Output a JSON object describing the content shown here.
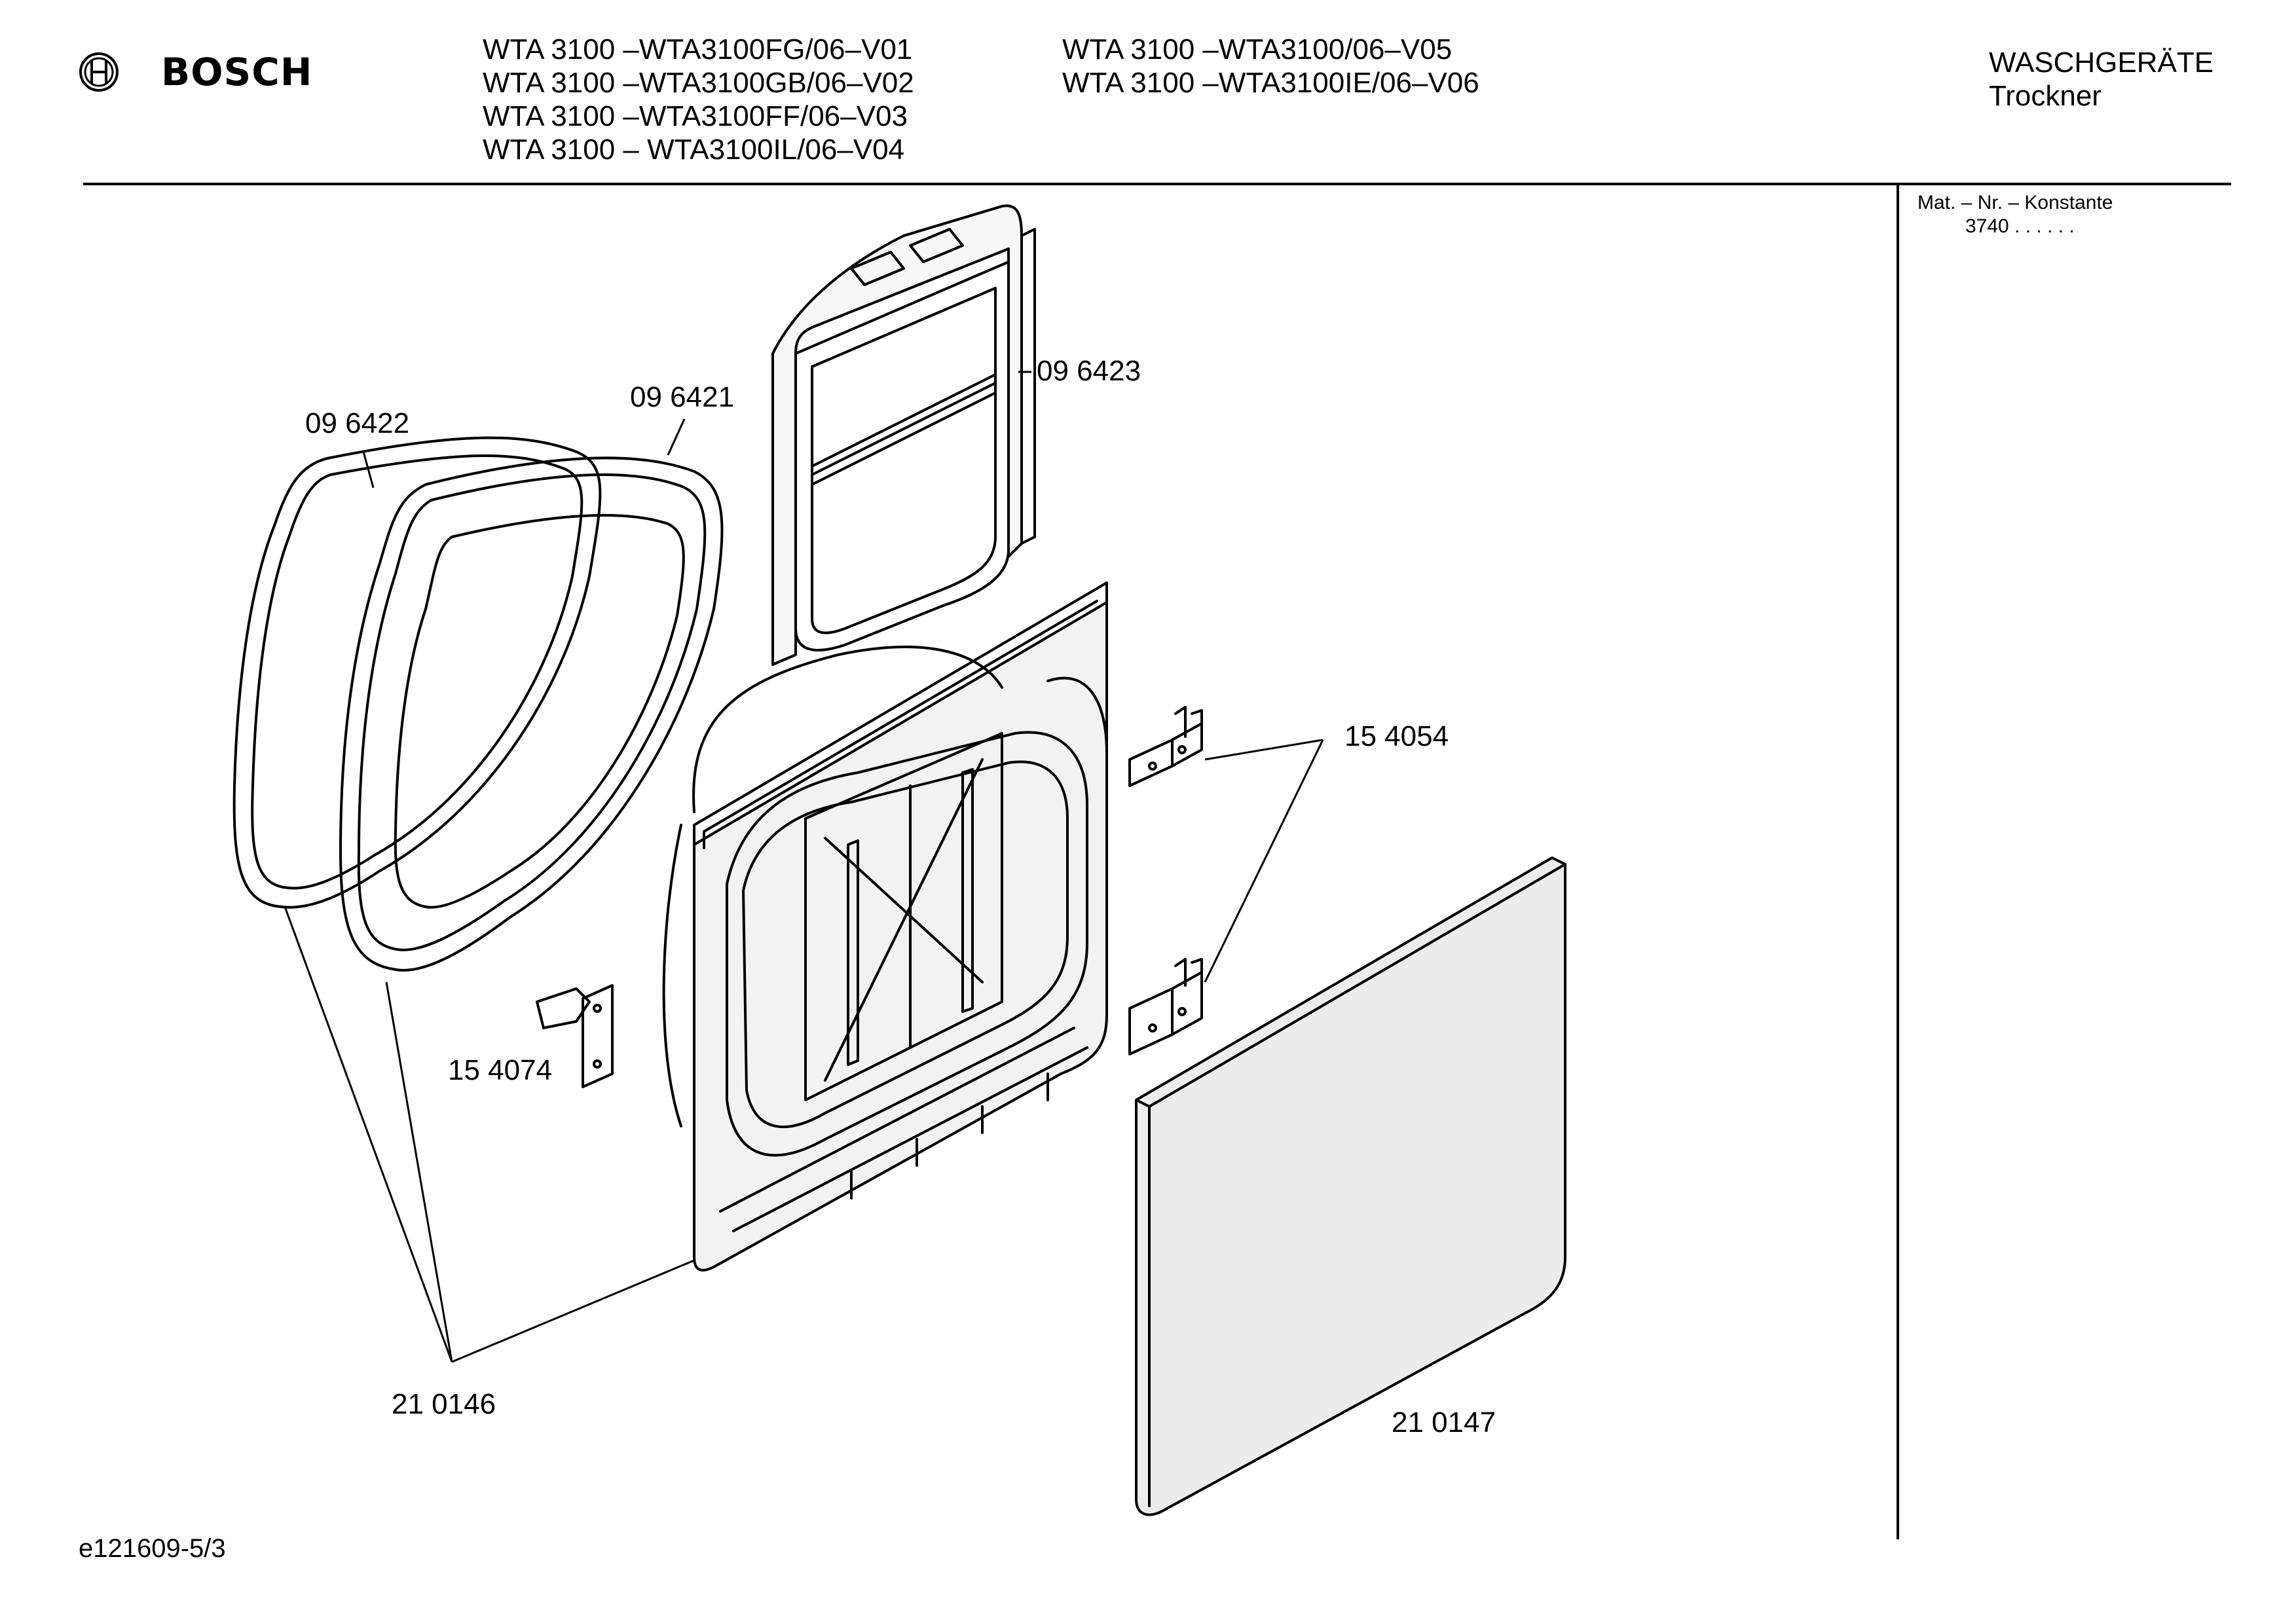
{
  "header": {
    "brand": "BOSCH",
    "models_left": [
      "WTA 3100 –WTA3100FG/06–V01",
      "WTA 3100 –WTA3100GB/06–V02",
      "WTA 3100 –WTA3100FF/06–V03",
      "WTA 3100 – WTA3100IL/06–V04"
    ],
    "models_right": [
      "WTA 3100 –WTA3100/06–V05",
      "WTA 3100 –WTA3100IE/06–V06"
    ],
    "category": "WASCHGERÄTE",
    "subcategory": "Trockner"
  },
  "side_panel": {
    "label": "Mat. – Nr. – Konstante",
    "value": "3740 .  .    .  .  .  ."
  },
  "parts": [
    {
      "number": "09 6422",
      "name": "door-seal-outer"
    },
    {
      "number": "09 6421",
      "name": "door-seal-inner"
    },
    {
      "number": "09 6423",
      "name": "lint-filter"
    },
    {
      "number": "15 4054",
      "name": "door-hinges"
    },
    {
      "number": "15 4074",
      "name": "door-latch"
    },
    {
      "number": "21 0146",
      "name": "door-frame"
    },
    {
      "number": "21 0147",
      "name": "door-panel"
    }
  ],
  "footer": {
    "drawing_id": "e121609-5/3"
  },
  "colors": {
    "line": "#000000",
    "background": "#ffffff",
    "panel_fill": "#ececec",
    "frame_fill": "#f2f2f2"
  },
  "icons": [
    "bosch-logo-icon"
  ]
}
